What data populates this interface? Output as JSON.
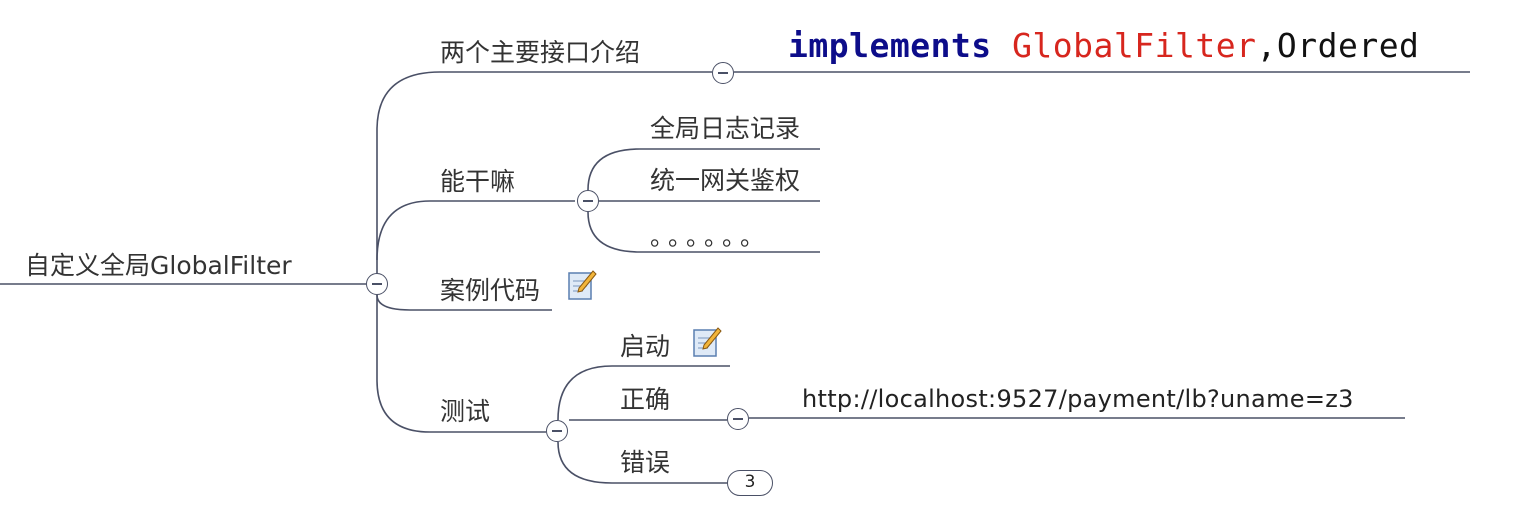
{
  "root": {
    "label": "自定义全局GlobalFilter"
  },
  "branches": {
    "interfaces": {
      "label": "两个主要接口介绍",
      "code": {
        "keyword": "implements",
        "type": "GlobalFilter",
        "rest": ",Ordered"
      }
    },
    "capabilities": {
      "label": "能干嘛",
      "children": [
        "全局日志记录",
        "统一网关鉴权",
        "。。。。。。"
      ]
    },
    "example": {
      "label": "案例代码",
      "icon": "note-icon"
    },
    "test": {
      "label": "测试",
      "children": {
        "start": {
          "label": "启动",
          "icon": "note-icon"
        },
        "correct": {
          "label": "正确",
          "url": "http://localhost:9527/payment/lb?uname=z3"
        },
        "error": {
          "label": "错误",
          "collapsed_count": "3"
        }
      }
    }
  },
  "colors": {
    "line": "#4a5066",
    "keyword": "#0d0d8a",
    "type": "#d7261e",
    "text": "#333333"
  }
}
